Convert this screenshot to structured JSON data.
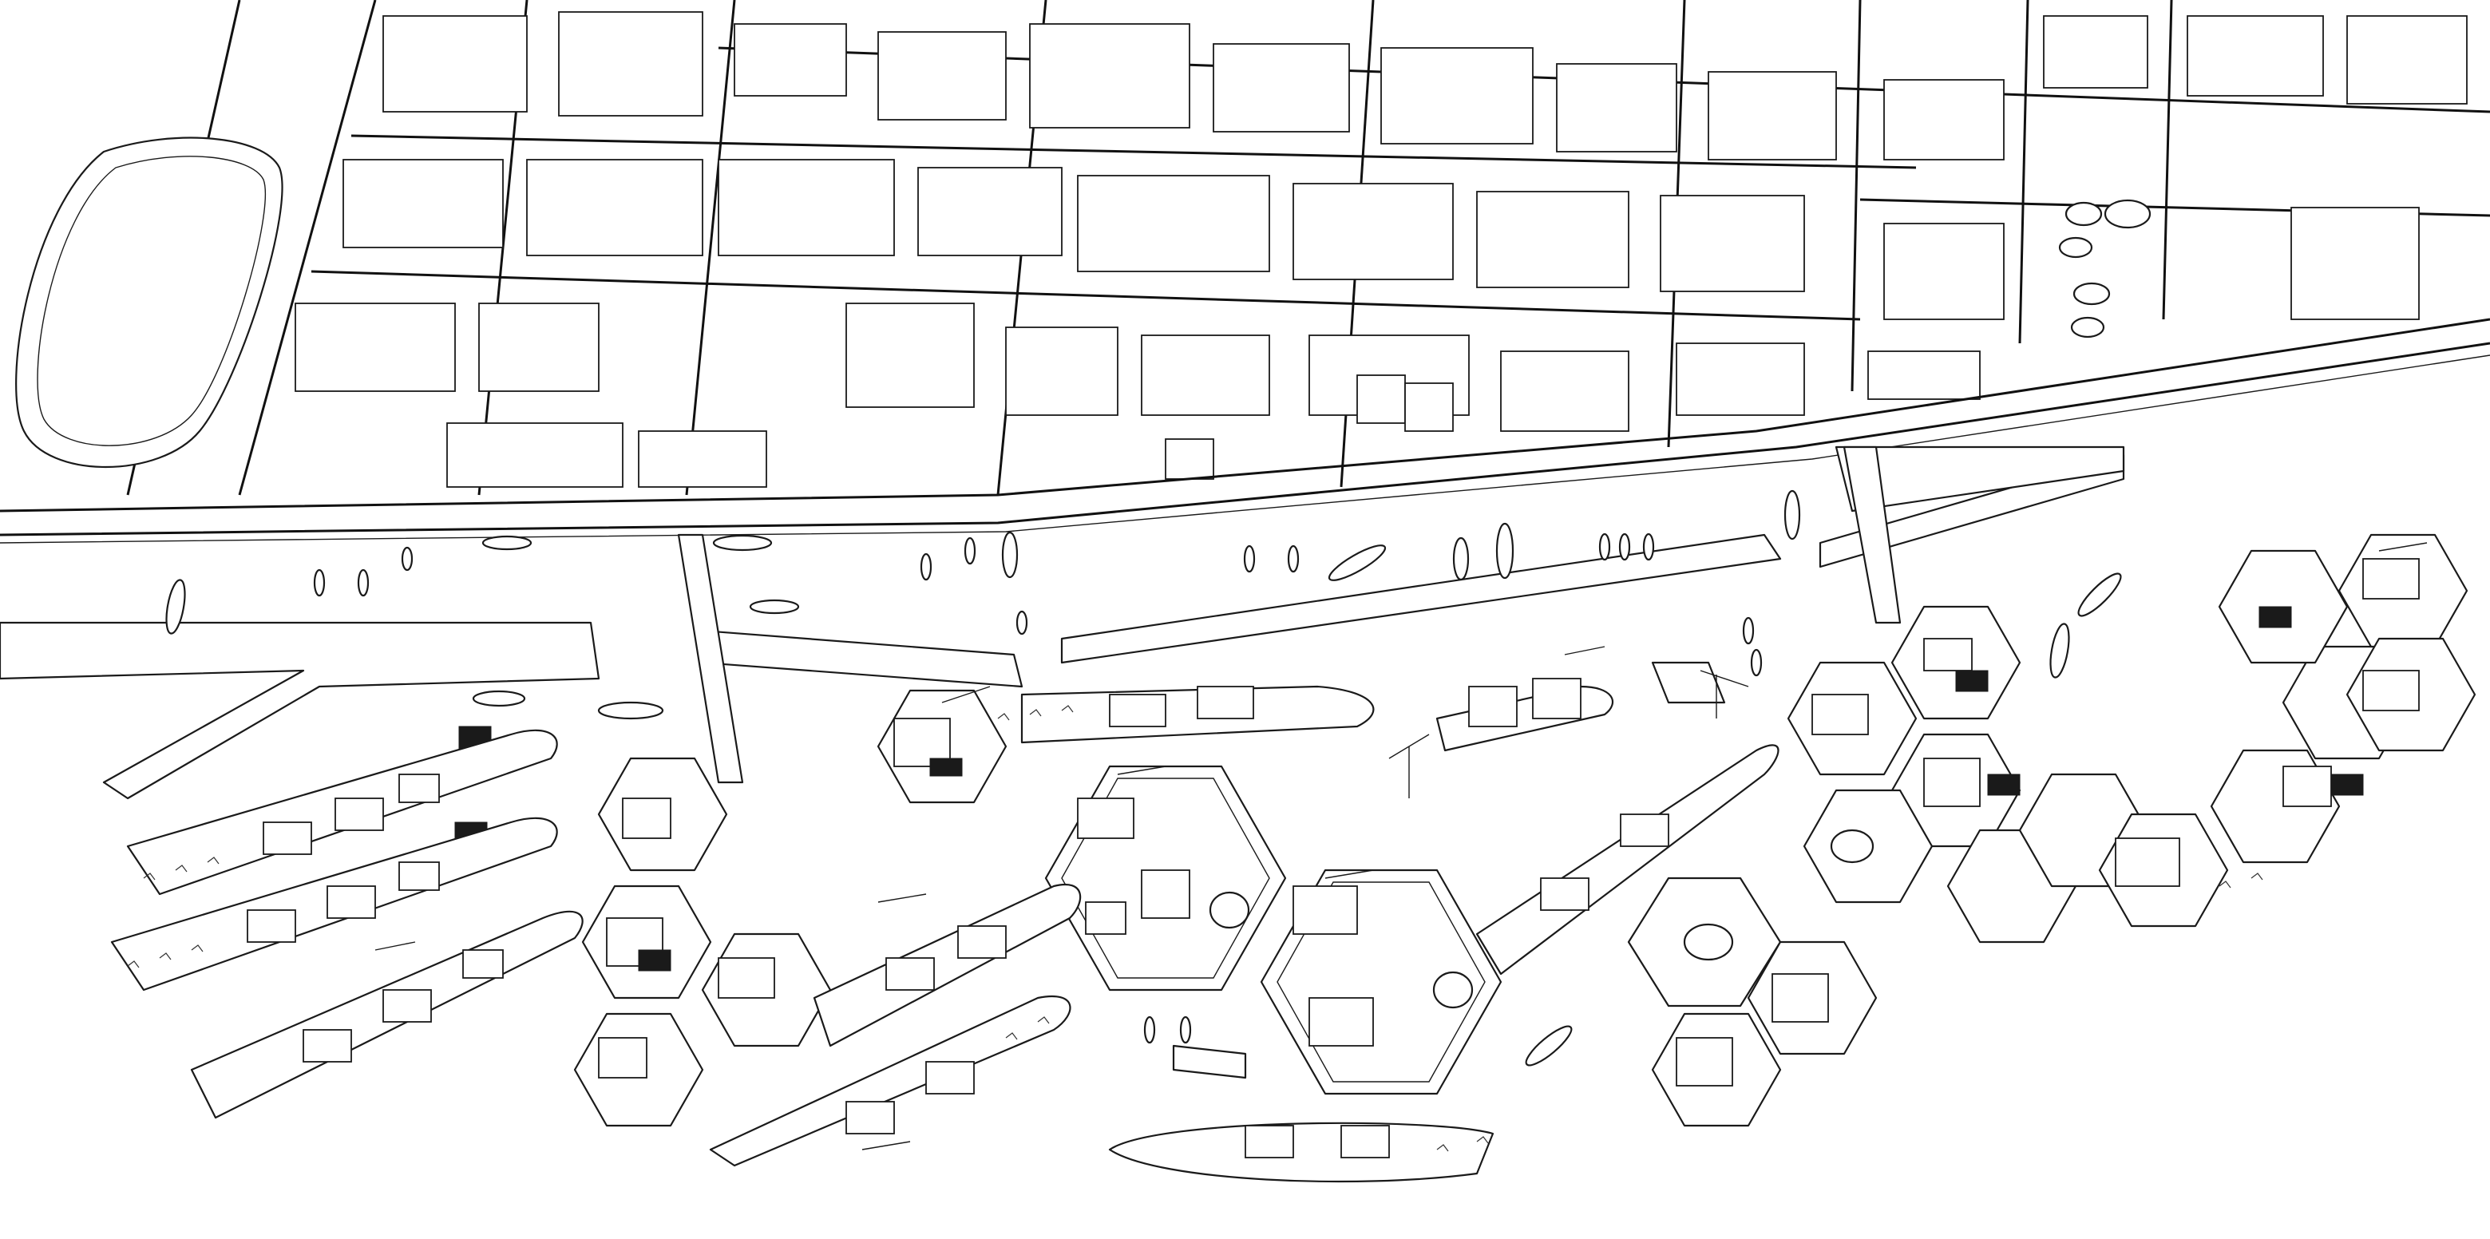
{
  "drawing": {
    "style": "isometric line drawing",
    "background_color": "#ffffff",
    "line_color": "#1a1a1a",
    "elements": {
      "city_blocks": "city-blocks",
      "oval_track": "oval-track",
      "storage_tanks": "storage-tanks",
      "road": "waterfront-road",
      "quay": "quay-wall",
      "piers": "piers",
      "hexagonal_platforms": "hexagonal-floating-platforms",
      "ships": "converted-ships",
      "boats": "small-boats",
      "cranes": "cranes"
    }
  }
}
